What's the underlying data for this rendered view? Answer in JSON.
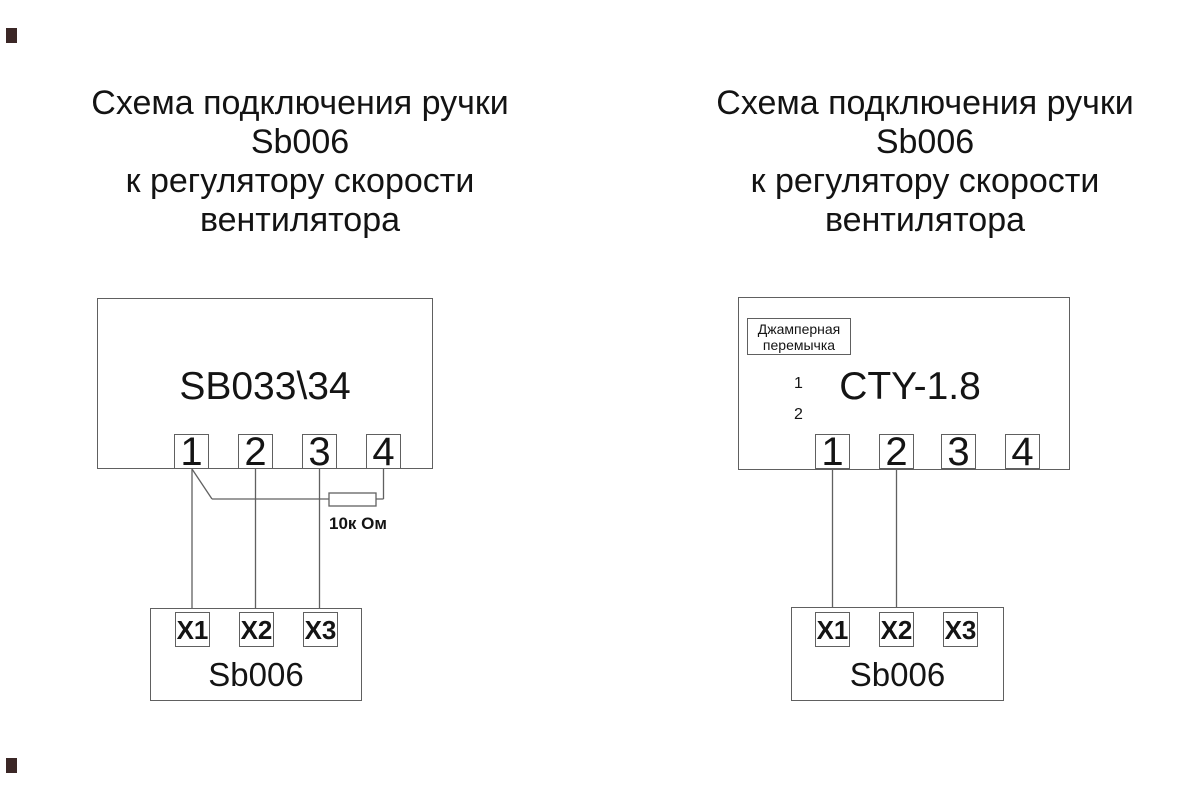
{
  "colors": {
    "background": "#ffffff",
    "line": "#606060",
    "text": "#141414",
    "jumper_dot": "#1a1a1a"
  },
  "left_diagram": {
    "title_lines": [
      "Схема подключения ручки",
      "Sb006",
      "к регулятору скорости",
      "вентилятора"
    ],
    "device_label": "SB033\\34",
    "terminals": [
      "1",
      "2",
      "3",
      "4"
    ],
    "resistor_label": "10к Ом",
    "handle": {
      "label": "Sb006",
      "terminals": [
        "X1",
        "X2",
        "X3"
      ]
    }
  },
  "right_diagram": {
    "title_lines": [
      "Схема подключения ручки",
      "Sb006",
      "к регулятору скорости",
      "вентилятора"
    ],
    "device_label": "CTY-1.8",
    "jumper_note_lines": [
      "Джамперная",
      "перемычка"
    ],
    "jumper_pins": [
      "1",
      "2"
    ],
    "terminals": [
      "1",
      "2",
      "3",
      "4"
    ],
    "handle": {
      "label": "Sb006",
      "terminals": [
        "X1",
        "X2",
        "X3"
      ]
    }
  }
}
